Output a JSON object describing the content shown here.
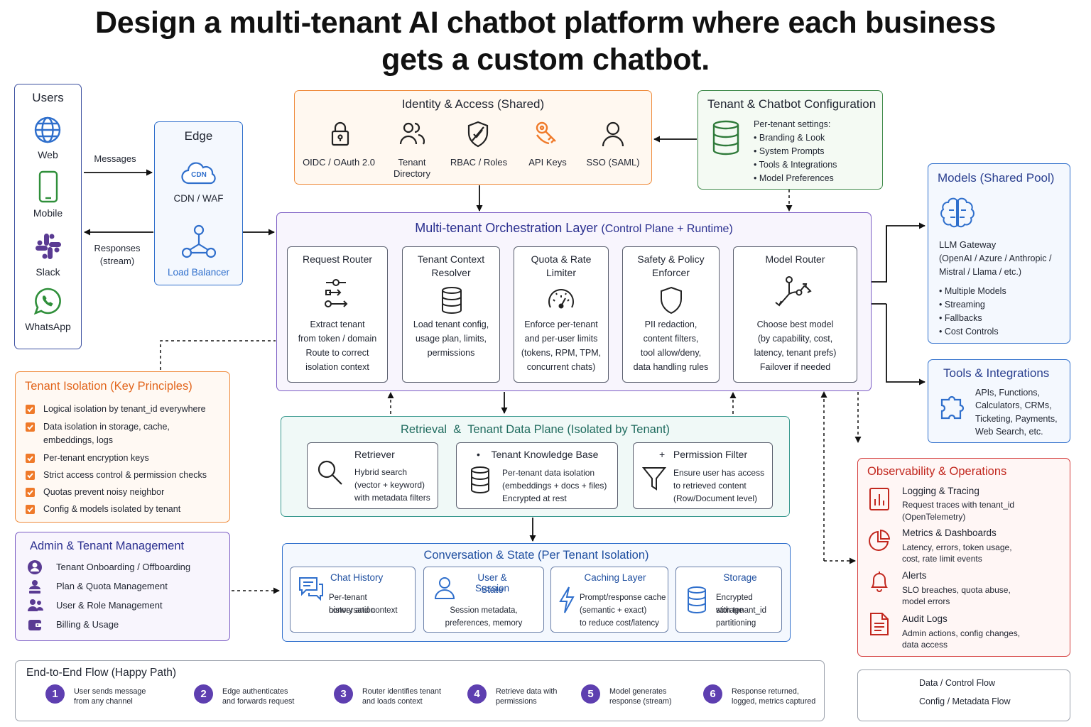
{
  "title": {
    "line1": "Design a multi-tenant AI chatbot platform where each business",
    "line2": "gets a custom chatbot."
  },
  "users": {
    "title": "Users",
    "items": [
      {
        "label": "Web",
        "icon": "globe-icon"
      },
      {
        "label": "Mobile",
        "icon": "mobile-icon"
      },
      {
        "label": "Slack",
        "icon": "slack-icon"
      },
      {
        "label": "WhatsApp",
        "icon": "whatsapp-icon"
      }
    ]
  },
  "flows": {
    "messages": "Messages",
    "responses": "Responses",
    "responses_sub": "(stream)"
  },
  "edge": {
    "title": "Edge",
    "cdn_badge": "CDN",
    "cdn_label": "CDN / WAF",
    "lb_label": "Load Balancer"
  },
  "identity": {
    "title": "Identity & Access (Shared)",
    "items": [
      {
        "label": "OIDC / OAuth 2.0"
      },
      {
        "label": "Tenant",
        "label2": "Directory"
      },
      {
        "label": "RBAC / Roles"
      },
      {
        "label": "API Keys"
      },
      {
        "label": "SSO (SAML)"
      }
    ]
  },
  "config": {
    "title": "Tenant & Chatbot Configuration",
    "lead": "Per-tenant settings:",
    "items": [
      "Branding & Look",
      "System Prompts",
      "Tools & Integrations",
      "Model Preferences"
    ]
  },
  "models": {
    "title": "Models (Shared Pool)",
    "gateway": "LLM Gateway",
    "providers1": "(OpenAI / Azure / Anthropic /",
    "providers2": "Mistral / Llama / etc.)",
    "items": [
      "Multiple Models",
      "Streaming",
      "Fallbacks",
      "Cost Controls"
    ]
  },
  "tools": {
    "title": "Tools & Integrations",
    "lines": [
      "APIs, Functions,",
      "Calculators, CRMs,",
      "Ticketing, Payments,",
      "Web Search, etc."
    ]
  },
  "orchestration": {
    "title_main": "Multi-tenant Orchestration Layer",
    "title_sub": "(Control Plane + Runtime)",
    "cards": [
      {
        "title": [
          "Request Router"
        ],
        "lines": [
          "Extract tenant",
          "from token / domain",
          "Route to correct",
          "isolation context"
        ]
      },
      {
        "title": [
          "Tenant Context",
          "Resolver"
        ],
        "lines": [
          "Load tenant config,",
          "usage plan, limits,",
          "permissions"
        ]
      },
      {
        "title": [
          "Quota & Rate",
          "Limiter"
        ],
        "lines": [
          "Enforce per-tenant",
          "and per-user limits",
          "(tokens, RPM, TPM,",
          "concurrent chats)"
        ]
      },
      {
        "title": [
          "Safety & Policy",
          "Enforcer"
        ],
        "lines": [
          "PII redaction,",
          "content filters,",
          "tool allow/deny,",
          "data handling rules"
        ]
      },
      {
        "title": [
          "Model Router"
        ],
        "lines": [
          "Choose best model",
          "(by capability, cost,",
          "latency, tenant prefs)",
          "Failover if needed"
        ]
      }
    ]
  },
  "isolation": {
    "title": "Tenant Isolation (Key Principles)",
    "items": [
      [
        "Logical isolation by tenant_id everywhere"
      ],
      [
        "Data isolation in storage, cache,",
        "embeddings, logs"
      ],
      [
        "Per-tenant encryption keys"
      ],
      [
        "Strict access control & permission checks"
      ],
      [
        "Quotas prevent noisy neighbor"
      ],
      [
        "Config & models isolated by tenant"
      ]
    ]
  },
  "admin": {
    "title": "Admin & Tenant Management",
    "items": [
      {
        "label": "Tenant Onboarding / Offboarding",
        "icon": "onboarding-icon"
      },
      {
        "label": "Plan & Quota Management",
        "icon": "plan-icon"
      },
      {
        "label": "User & Role Management",
        "icon": "users-icon"
      },
      {
        "label": "Billing & Usage",
        "icon": "billing-icon"
      }
    ]
  },
  "retrieval": {
    "title": "Retrieval  &  Tenant Data Plane (Isolated by Tenant)",
    "cards": [
      {
        "title": "Retriever",
        "lines": [
          "Hybrid search",
          "(vector + keyword)",
          "with metadata filters"
        ]
      },
      {
        "title": "Tenant Knowledge Base",
        "bullet": "•",
        "lines": [
          "Per-tenant data isolation",
          "(embeddings + docs + files)",
          "Encrypted at rest"
        ]
      },
      {
        "title": "Permission Filter",
        "bullet": "+",
        "lines": [
          "Ensure user has access",
          "to retrieved content",
          "(Row/Document level)"
        ]
      }
    ]
  },
  "conversation": {
    "title": "Conversation & State (Per Tenant Isolation)",
    "cards": [
      {
        "title": [
          "Chat History"
        ],
        "lines": [
          "Per-tenant conversation",
          "history and context"
        ]
      },
      {
        "title": [
          "User & Session",
          "State"
        ],
        "lines": [
          "Session metadata,",
          "preferences, memory"
        ]
      },
      {
        "title": [
          "Caching Layer"
        ],
        "lines": [
          "Prompt/response cache",
          "(semantic + exact)",
          "to reduce cost/latency"
        ]
      },
      {
        "title": [
          "Storage"
        ],
        "lines": [
          "Encrypted storage",
          "with tenant_id",
          "partitioning"
        ]
      }
    ]
  },
  "observability": {
    "title": "Observability & Operations",
    "items": [
      {
        "title": "Logging & Tracing",
        "lines": [
          "Request traces with tenant_id",
          "(OpenTelemetry)"
        ]
      },
      {
        "title": "Metrics & Dashboards",
        "lines": [
          "Latency, errors, token usage,",
          "cost, rate limit events"
        ]
      },
      {
        "title": "Alerts",
        "lines": [
          "SLO breaches, quota abuse,",
          "model errors"
        ]
      },
      {
        "title": "Audit Logs",
        "lines": [
          "Admin actions, config changes,",
          "data access"
        ]
      }
    ]
  },
  "flow": {
    "title": "End-to-End Flow (Happy Path)",
    "steps": [
      {
        "num": "1",
        "lines": [
          "User sends message",
          "from any channel"
        ]
      },
      {
        "num": "2",
        "lines": [
          "Edge authenticates",
          "and forwards request"
        ]
      },
      {
        "num": "3",
        "lines": [
          "Router identifies tenant",
          "and loads context"
        ]
      },
      {
        "num": "4",
        "lines": [
          "Retrieve data with",
          "permissions"
        ]
      },
      {
        "num": "5",
        "lines": [
          "Model generates",
          "response (stream)"
        ]
      },
      {
        "num": "6",
        "lines": [
          "Response returned,",
          "logged, metrics captured"
        ]
      }
    ]
  },
  "legend": {
    "solid": "Data / Control Flow",
    "dashed": "Config / Metadata Flow"
  },
  "colors": {
    "blue": "#2f6fcc",
    "orange": "#ef8a3a",
    "green": "#3f8a4a",
    "purple": "#7b5cc4",
    "teal": "#3a9a8f",
    "red": "#d43c3c",
    "navy": "#2a3f8f"
  }
}
